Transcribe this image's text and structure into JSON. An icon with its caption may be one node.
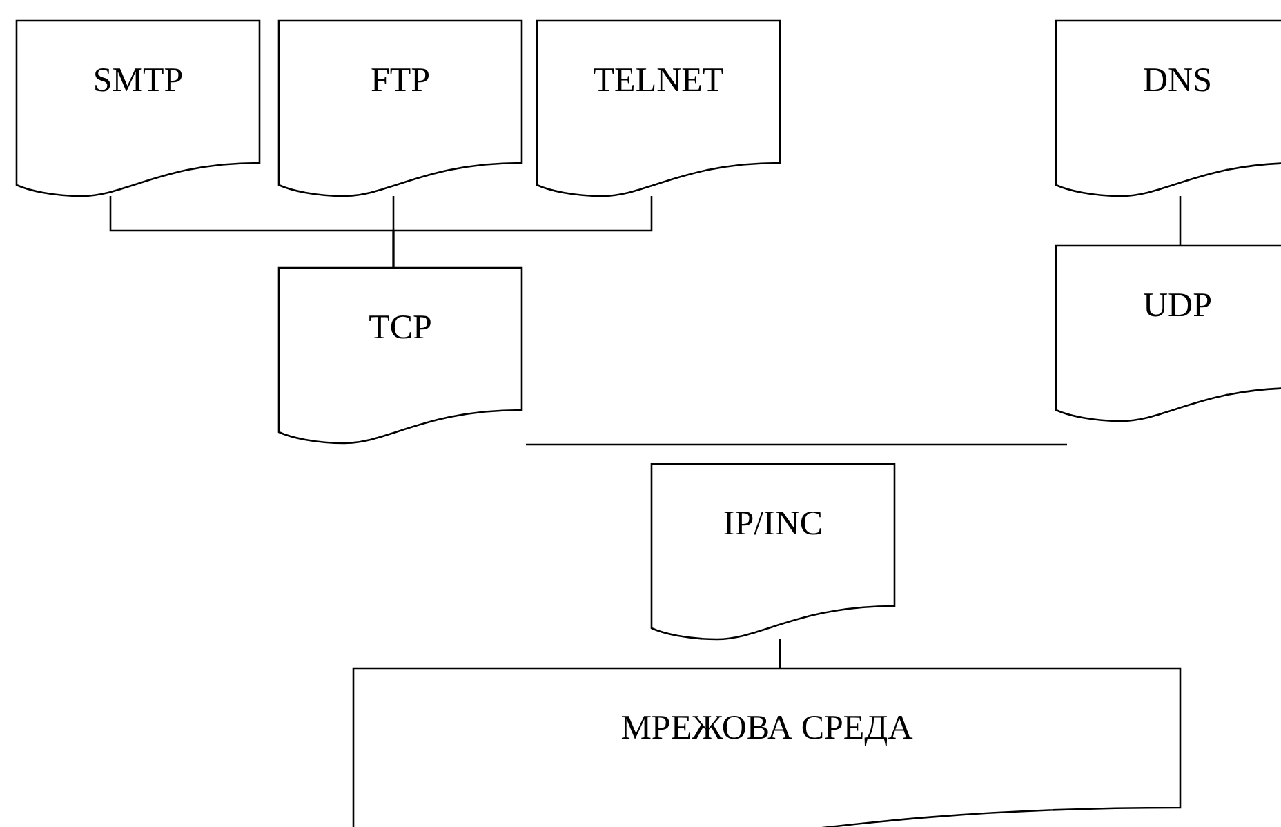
{
  "diagram": {
    "nodes": [
      {
        "text": [
          "SMTP"
        ]
      },
      {
        "text": [
          "FTP"
        ]
      },
      {
        "text": [
          "TELNET"
        ]
      },
      {
        "text": [
          "DNS"
        ]
      },
      {
        "text": [
          "TCP"
        ]
      },
      {
        "text": [
          "UDP"
        ]
      },
      {
        "text": [
          "IP/INC"
        ]
      },
      {
        "text": [
          "МРЕЖОВА СРЕДА"
        ]
      }
    ],
    "edges": [
      {
        "from": 0,
        "to": 4,
        "arrow": "none"
      },
      {
        "from": 1,
        "to": 4,
        "arrow": "none"
      },
      {
        "from": 2,
        "to": 4,
        "arrow": "none"
      },
      {
        "from": 3,
        "to": 5,
        "arrow": "none"
      },
      {
        "from": 6,
        "to": 7,
        "arrow": "none"
      }
    ]
  }
}
